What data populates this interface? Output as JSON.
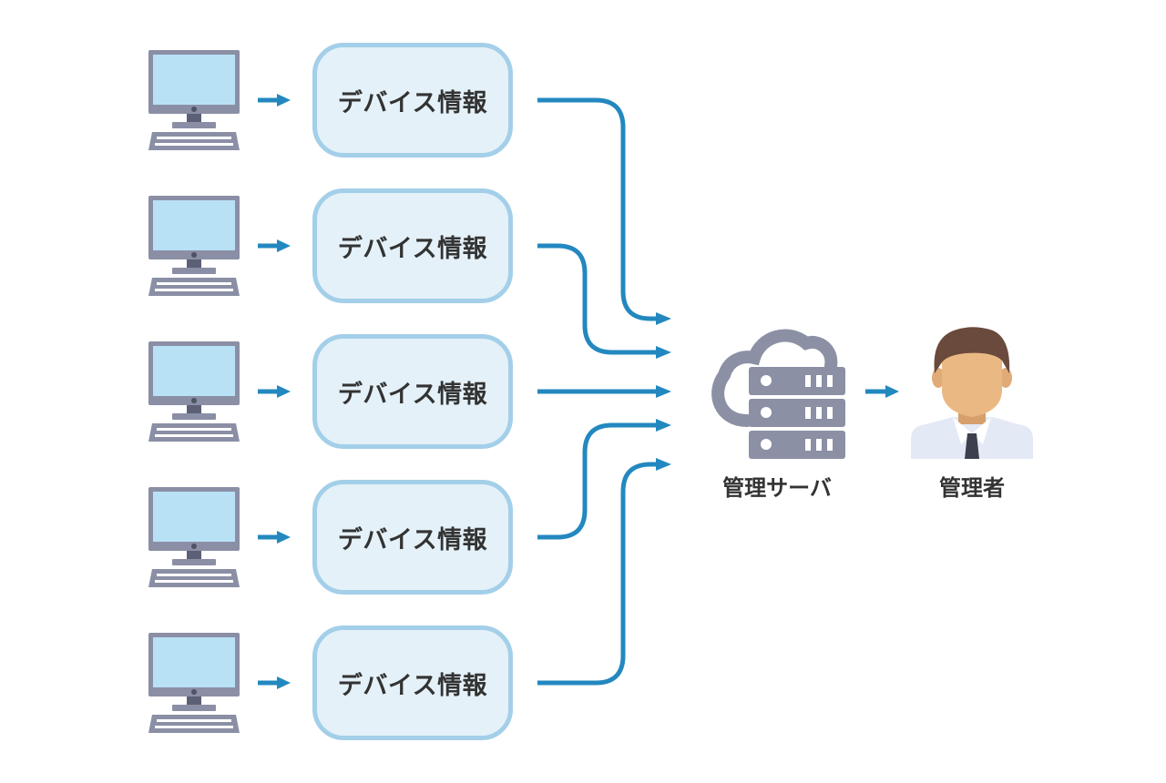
{
  "devices": [
    {
      "label": "デバイス情報"
    },
    {
      "label": "デバイス情報"
    },
    {
      "label": "デバイス情報"
    },
    {
      "label": "デバイス情報"
    },
    {
      "label": "デバイス情報"
    }
  ],
  "server": {
    "label": "管理サーバ",
    "icon": "cloud-server-icon"
  },
  "admin": {
    "label": "管理者",
    "icon": "person-icon"
  },
  "colors": {
    "arrow": "#2388bf",
    "box_fill": "#e4f1f8",
    "box_border": "#a3cfe9",
    "monitor_frame": "#8a8fa5",
    "screen": "#b9e1f6",
    "server_gray": "#8b90a5",
    "text": "#333333"
  }
}
